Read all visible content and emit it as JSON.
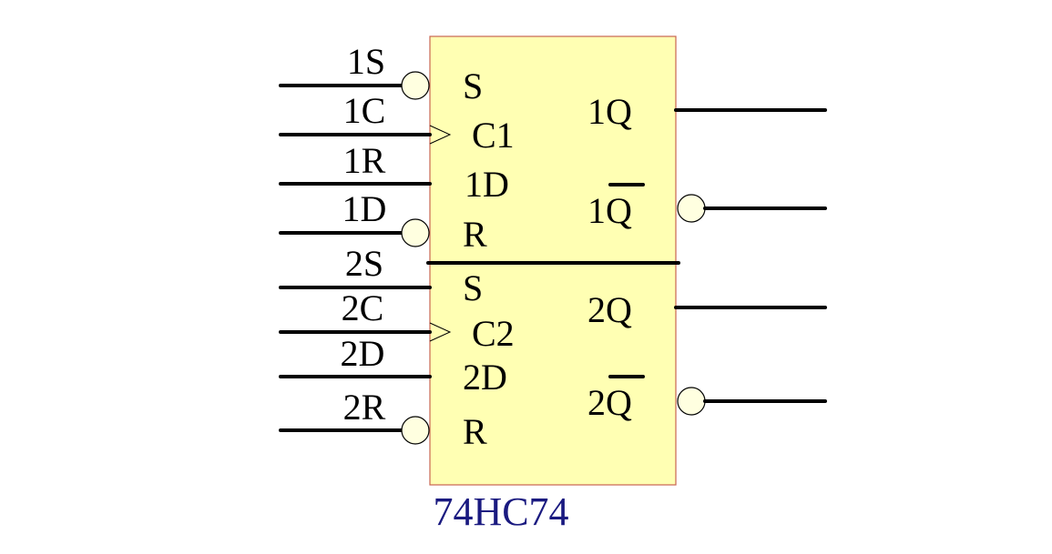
{
  "chip": {
    "part_number": "74HC74",
    "body_color": "#ffffb3",
    "border_color": "#c86450",
    "label_color": "#1a1a80"
  },
  "external_pins_left": [
    "1S",
    "1C",
    "1R",
    "1D",
    "2S",
    "2C",
    "2D",
    "2R"
  ],
  "flipflop1": {
    "inputs": [
      "S",
      "C1",
      "1D",
      "R"
    ],
    "outputs": [
      "1Q",
      "1Q"
    ],
    "inverted_output_index": 1
  },
  "flipflop2": {
    "inputs": [
      "S",
      "C2",
      "2D",
      "R"
    ],
    "outputs": [
      "2Q",
      "2Q"
    ],
    "inverted_output_index": 1
  }
}
